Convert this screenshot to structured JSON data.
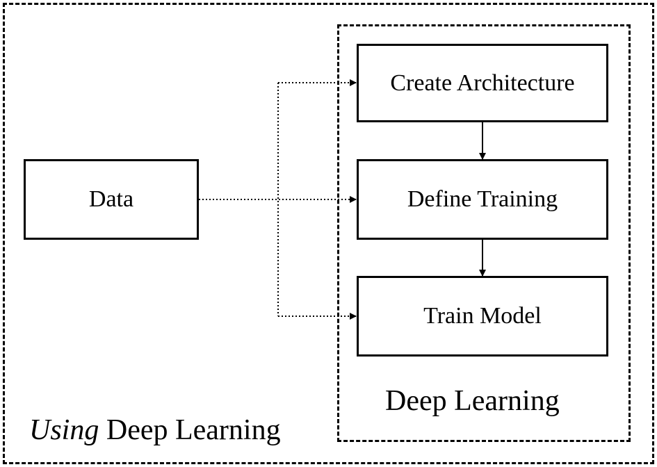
{
  "outer_group": {
    "label_italic": "Using",
    "label_rest": " Deep Learning"
  },
  "inner_group": {
    "label": "Deep Learning"
  },
  "nodes": {
    "data": "Data",
    "create_architecture": "Create Architecture",
    "define_training": "Define Training",
    "train_model": "Train Model"
  },
  "edges": [
    {
      "from": "Data",
      "to": "Create Architecture",
      "style": "dotted"
    },
    {
      "from": "Data",
      "to": "Define Training",
      "style": "dotted"
    },
    {
      "from": "Data",
      "to": "Train Model",
      "style": "dotted"
    },
    {
      "from": "Create Architecture",
      "to": "Define Training",
      "style": "solid"
    },
    {
      "from": "Define Training",
      "to": "Train Model",
      "style": "solid"
    }
  ]
}
